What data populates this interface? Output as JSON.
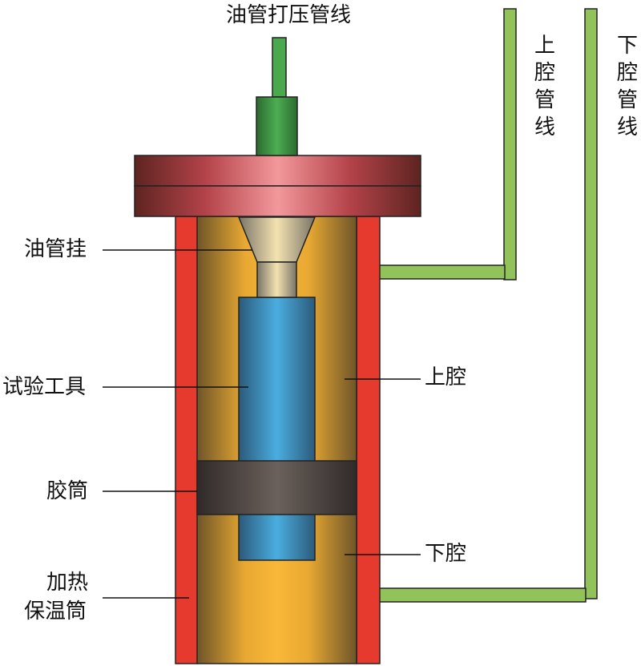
{
  "title": "油管打压管线",
  "labels": {
    "tubing_hanger": "油管挂",
    "test_tool": "试验工具",
    "rubber_sleeve": "胶筒",
    "heating_line1": "加热",
    "heating_line2": "保温筒",
    "upper_chamber": "上腔",
    "lower_chamber": "下腔",
    "upper_line": "上腔管线",
    "lower_line": "下腔管线"
  },
  "colors": {
    "pipe_green": "#92c35a",
    "top_pipe_green": "#4aa84f",
    "flange_red": "#c0454f",
    "heater_red": "#e63a2e",
    "chamber_gold": "#f5b335",
    "tool_blue": "#3d9fd6",
    "sleeve_dark": "#4a4442",
    "hanger_silver": "#d9d0b8"
  }
}
